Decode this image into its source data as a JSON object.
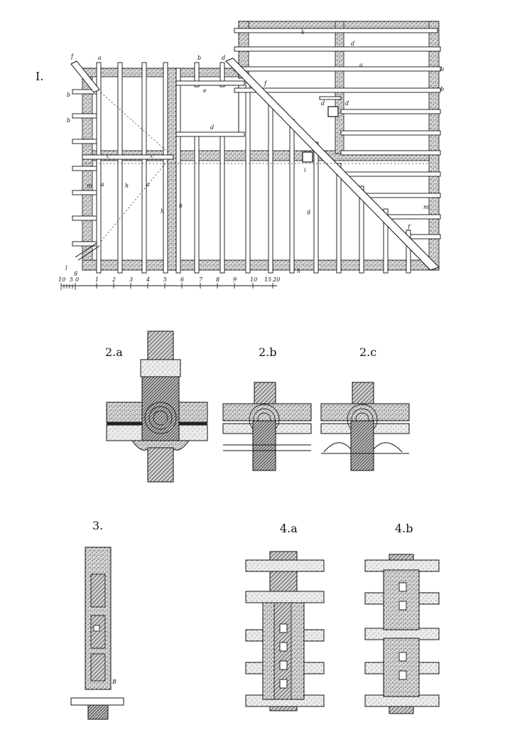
{
  "figures": {
    "fig1": {
      "label": "I."
    },
    "fig2a": {
      "label": "2.a"
    },
    "fig2b": {
      "label": "2.b"
    },
    "fig2c": {
      "label": "2.c"
    },
    "fig3": {
      "label": "3."
    },
    "fig4a": {
      "label": "4.a"
    },
    "fig4b": {
      "label": "4.b"
    }
  },
  "fig1_letters": {
    "a": "a",
    "b": "b",
    "c": "c",
    "d": "d",
    "e": "e",
    "f": "f",
    "g": "g",
    "h": "h",
    "i": "i",
    "k": "k",
    "l": "l",
    "m": "m"
  },
  "fig3_letters": {
    "B": "B"
  },
  "scale": {
    "ticks": [
      "10",
      "5",
      "0",
      "1",
      "2",
      "3",
      "4",
      "5",
      "6",
      "7",
      "8",
      "9",
      "10",
      "15",
      "20"
    ]
  },
  "colors": {
    "ink": "#111111",
    "paper": "#ffffff",
    "stipple": "#9a9a9a",
    "hatch": "#333333"
  }
}
